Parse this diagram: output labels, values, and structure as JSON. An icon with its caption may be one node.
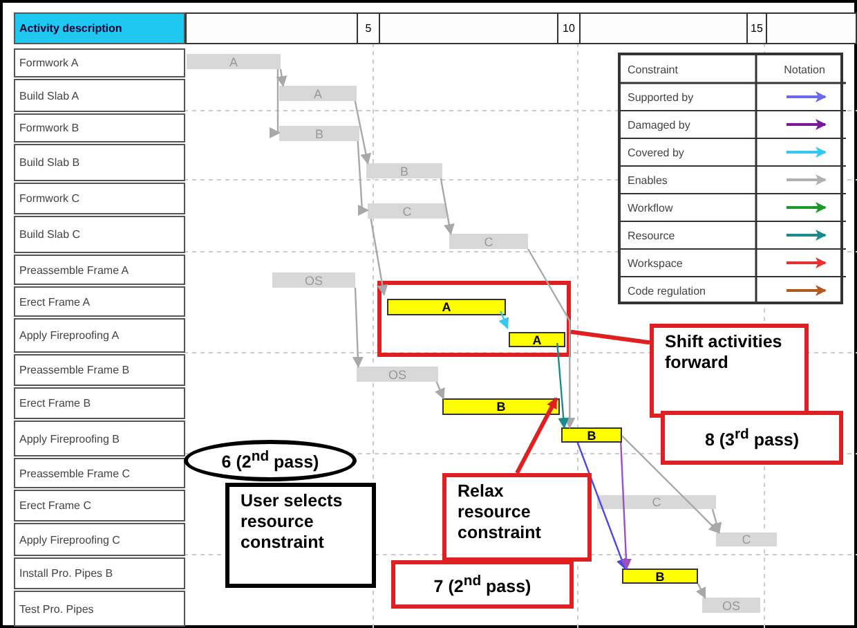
{
  "diagram": {
    "nodes": [
      {
        "text": [
          "A"
        ]
      },
      {
        "text": [
          "A"
        ]
      },
      {
        "text": [
          "B"
        ]
      },
      {
        "text": [
          "B"
        ]
      },
      {
        "text": [
          "C"
        ]
      },
      {
        "text": [
          "C"
        ]
      },
      {
        "text": [
          "OS"
        ]
      },
      {
        "text": [],
        "shape": "box"
      },
      {
        "text": [
          "A"
        ],
        "in": 7
      },
      {
        "text": [
          "A"
        ],
        "in": 7
      },
      {
        "text": [
          "OS"
        ]
      },
      {
        "text": [
          "B"
        ]
      },
      {
        "text": [
          "B"
        ]
      },
      {
        "text": [
          "C"
        ]
      },
      {
        "text": [
          "C"
        ]
      },
      {
        "text": [
          "B"
        ]
      },
      {
        "text": [
          "OS"
        ]
      },
      {
        "text": [
          "Shift activities forward"
        ]
      },
      {
        "text": [
          "8 (3$^{rd}$ pass)"
        ]
      },
      {
        "text": [
          "Relax resource constraint"
        ]
      },
      {
        "text": [
          "7 (2$^{nd}$ pass)"
        ]
      },
      {
        "text": [
          "6 (2$^{nd}$ pass)"
        ]
      },
      {
        "text": [
          "User selects resource constraint"
        ]
      }
    ],
    "edges": [
      {
        "from": 0,
        "to": 1,
        "arrow": "to"
      },
      {
        "from": 0,
        "to": 2,
        "arrow": "to"
      },
      {
        "from": 1,
        "to": 3,
        "arrow": "to"
      },
      {
        "from": 2,
        "to": 4,
        "arrow": "to"
      },
      {
        "from": 3,
        "to": 5,
        "arrow": "to"
      },
      {
        "from": 4,
        "to": 8,
        "arrow": "to"
      },
      {
        "from": 6,
        "to": 10,
        "arrow": "to"
      },
      {
        "from": 5,
        "to": 12,
        "arrow": "to"
      },
      {
        "from": 8,
        "to": 9,
        "arrow": "to",
        "color": "#33c8f0"
      },
      {
        "from": 9,
        "to": 12,
        "arrow": "to",
        "color": "#1a8a8a"
      },
      {
        "from": 10,
        "to": 11,
        "arrow": "to"
      },
      {
        "from": 12,
        "to": 15,
        "arrow": "to",
        "color": "#4a4ae0"
      },
      {
        "from": 12,
        "to": 15,
        "arrow": "to",
        "color": "#9a50c0"
      },
      {
        "from": 12,
        "to": 14,
        "arrow": "to"
      },
      {
        "from": 13,
        "to": 14,
        "arrow": "to"
      },
      {
        "from": 15,
        "to": 16,
        "arrow": "to"
      },
      {
        "from": 7,
        "to": 17,
        "arrow": "none",
        "style": "thick",
        "color": "#e02020"
      },
      {
        "from": 19,
        "to": 11,
        "arrow": "to",
        "style": "thick",
        "color": "#e02020"
      }
    ],
    "labels": [
      "Activity description",
      "5",
      "10",
      "15",
      "Formwork A",
      "Build Slab A",
      "Formwork B",
      "Build Slab B",
      "Formwork C",
      "Build Slab C",
      "Preassemble Frame A",
      "Erect Frame A",
      "Apply Fireproofing A",
      "Preassemble Frame B",
      "Erect Frame B",
      "Apply Fireproofing B",
      "Preassemble Frame C",
      "Erect Frame C",
      "Apply Fireproofing C",
      "Install Pro. Pipes B",
      "Test Pro. Pipes",
      "Constraint",
      "Notation"
    ],
    "legend": [
      {
        "text": "Supported by"
      },
      {
        "text": "Damaged by"
      },
      {
        "text": "Covered by"
      },
      {
        "text": "Enables"
      },
      {
        "text": "Workflow"
      },
      {
        "text": "Resource"
      },
      {
        "text": "Workspace"
      },
      {
        "text": "Code regulation"
      }
    ]
  }
}
